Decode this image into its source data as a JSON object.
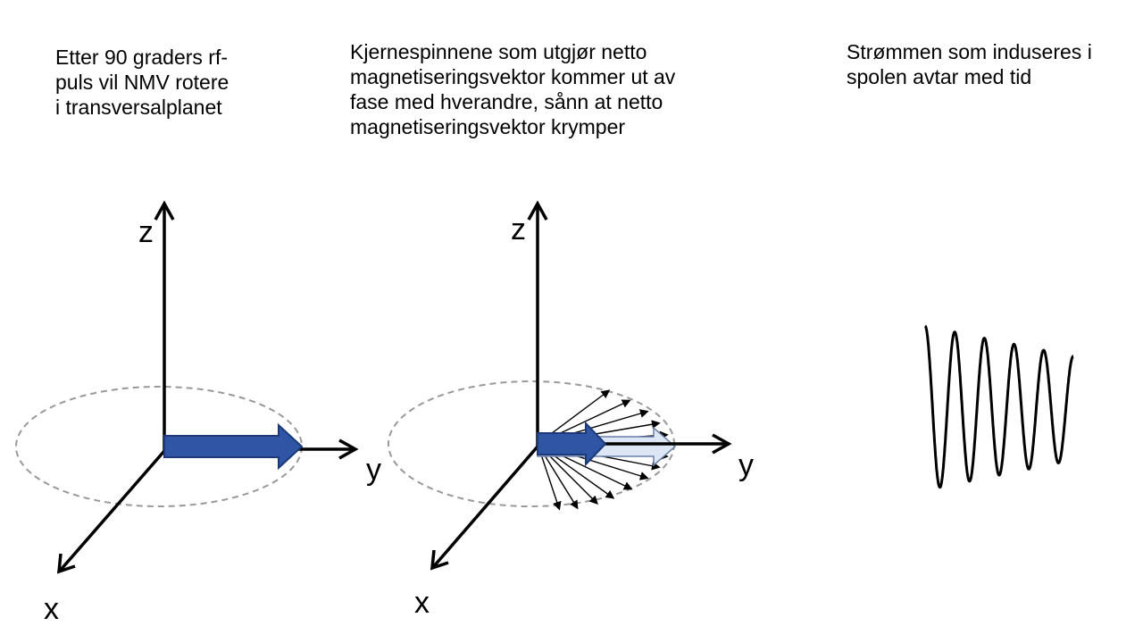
{
  "captions": {
    "left": "Etter 90 graders rf-\npuls vil NMV rotere\ni transversalplanet",
    "middle": "Kjernespinnene som utgjør netto\nmagnetiseringsvektor kommer ut av\nfase med hverandre, sånn at netto\nmagnetiseringsvektor krymper",
    "right": "Strømmen som induseres i\nspolen avtar med tid"
  },
  "diagrams": {
    "left": {
      "axis_x": "x",
      "axis_y": "y",
      "axis_z": "z"
    },
    "middle": {
      "axis_x": "x",
      "axis_y": "y",
      "axis_z": "z"
    }
  },
  "colors": {
    "vector_fill": "#2f55a4",
    "vector_stroke": "#1d3a78",
    "ghost_vector_fill": "#dce6f4",
    "ellipse_dash": "#999999",
    "ink": "#000000"
  }
}
